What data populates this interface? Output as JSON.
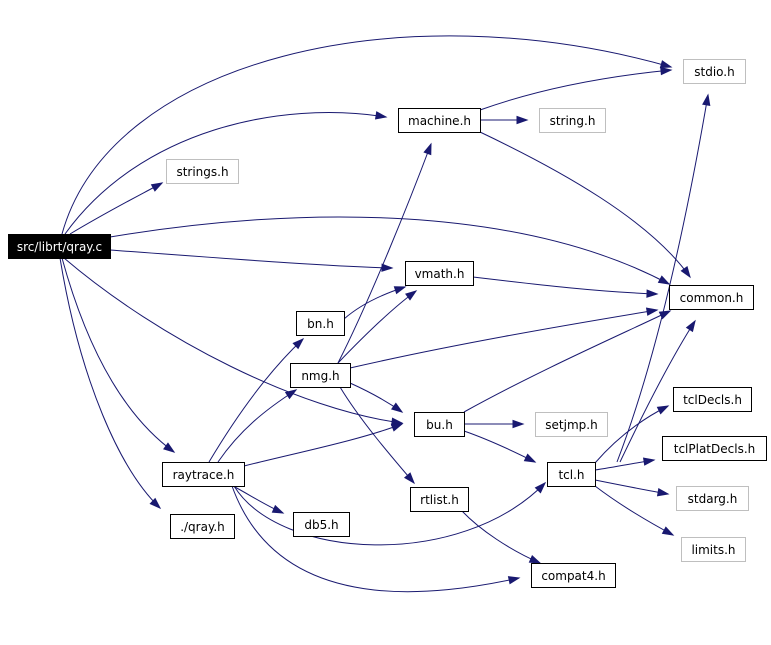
{
  "nodes": [
    {
      "id": "qray_c",
      "label": "src/librt/qray.c",
      "style": "root"
    },
    {
      "id": "stdio_h",
      "label": "stdio.h",
      "style": "external"
    },
    {
      "id": "machine_h",
      "label": "machine.h",
      "style": "local"
    },
    {
      "id": "string_h",
      "label": "string.h",
      "style": "external"
    },
    {
      "id": "strings_h",
      "label": "strings.h",
      "style": "external"
    },
    {
      "id": "vmath_h",
      "label": "vmath.h",
      "style": "local"
    },
    {
      "id": "common_h",
      "label": "common.h",
      "style": "local"
    },
    {
      "id": "bn_h",
      "label": "bn.h",
      "style": "local"
    },
    {
      "id": "nmg_h",
      "label": "nmg.h",
      "style": "local"
    },
    {
      "id": "bu_h",
      "label": "bu.h",
      "style": "local"
    },
    {
      "id": "setjmp_h",
      "label": "setjmp.h",
      "style": "external"
    },
    {
      "id": "tclDecls_h",
      "label": "tclDecls.h",
      "style": "local"
    },
    {
      "id": "tclPlatDecls_h",
      "label": "tclPlatDecls.h",
      "style": "local"
    },
    {
      "id": "raytrace_h",
      "label": "raytrace.h",
      "style": "local"
    },
    {
      "id": "tcl_h",
      "label": "tcl.h",
      "style": "local"
    },
    {
      "id": "stdarg_h",
      "label": "stdarg.h",
      "style": "external"
    },
    {
      "id": "rtlist_h",
      "label": "rtlist.h",
      "style": "local"
    },
    {
      "id": "qray_h",
      "label": "./qray.h",
      "style": "local"
    },
    {
      "id": "db5_h",
      "label": "db5.h",
      "style": "local"
    },
    {
      "id": "limits_h",
      "label": "limits.h",
      "style": "external"
    },
    {
      "id": "compat4_h",
      "label": "compat4.h",
      "style": "local"
    }
  ],
  "edges": [
    {
      "from": "qray_c",
      "to": "stdio_h"
    },
    {
      "from": "qray_c",
      "to": "machine_h"
    },
    {
      "from": "qray_c",
      "to": "strings_h"
    },
    {
      "from": "qray_c",
      "to": "common_h"
    },
    {
      "from": "qray_c",
      "to": "vmath_h"
    },
    {
      "from": "qray_c",
      "to": "bu_h"
    },
    {
      "from": "qray_c",
      "to": "raytrace_h"
    },
    {
      "from": "qray_c",
      "to": "qray_h"
    },
    {
      "from": "machine_h",
      "to": "stdio_h"
    },
    {
      "from": "machine_h",
      "to": "string_h"
    },
    {
      "from": "machine_h",
      "to": "common_h"
    },
    {
      "from": "vmath_h",
      "to": "common_h"
    },
    {
      "from": "bn_h",
      "to": "vmath_h"
    },
    {
      "from": "nmg_h",
      "to": "machine_h"
    },
    {
      "from": "nmg_h",
      "to": "vmath_h"
    },
    {
      "from": "nmg_h",
      "to": "common_h"
    },
    {
      "from": "nmg_h",
      "to": "bu_h"
    },
    {
      "from": "nmg_h",
      "to": "rtlist_h"
    },
    {
      "from": "bu_h",
      "to": "common_h"
    },
    {
      "from": "bu_h",
      "to": "setjmp_h"
    },
    {
      "from": "bu_h",
      "to": "tcl_h"
    },
    {
      "from": "raytrace_h",
      "to": "bn_h"
    },
    {
      "from": "raytrace_h",
      "to": "nmg_h"
    },
    {
      "from": "raytrace_h",
      "to": "bu_h"
    },
    {
      "from": "raytrace_h",
      "to": "db5_h"
    },
    {
      "from": "raytrace_h",
      "to": "tcl_h"
    },
    {
      "from": "raytrace_h",
      "to": "compat4_h"
    },
    {
      "from": "tcl_h",
      "to": "stdio_h"
    },
    {
      "from": "tcl_h",
      "to": "common_h"
    },
    {
      "from": "tcl_h",
      "to": "tclDecls_h"
    },
    {
      "from": "tcl_h",
      "to": "tclPlatDecls_h"
    },
    {
      "from": "tcl_h",
      "to": "stdarg_h"
    },
    {
      "from": "tcl_h",
      "to": "limits_h"
    },
    {
      "from": "rtlist_h",
      "to": "compat4_h"
    }
  ],
  "colors": {
    "edge": "#191970",
    "root_fill": "#000000",
    "root_text": "#ffffff",
    "local_border": "#000000",
    "external_border": "#bfbfbf",
    "text": "#000000"
  }
}
